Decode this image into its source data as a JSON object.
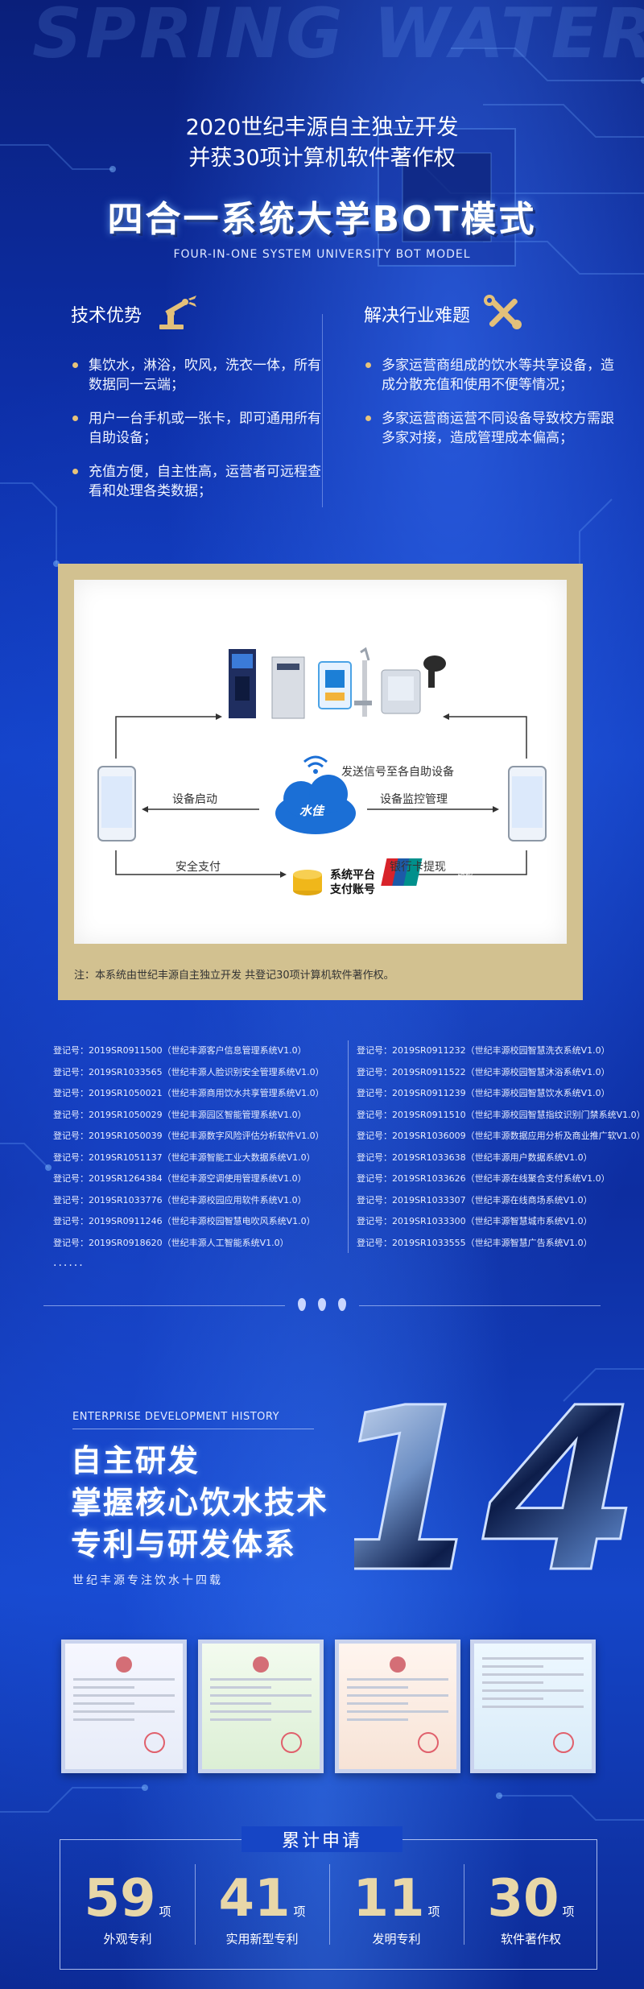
{
  "background_word": "SPRING WATER",
  "headline": {
    "line1": "2020世纪丰源自主独立开发",
    "line2": "并获30项计算机软件著作权",
    "title": "四合一系统大学BOT模式",
    "subtitle_en": "FOUR-IN-ONE SYSTEM UNIVERSITY BOT MODEL"
  },
  "advantages": {
    "title": "技术优势",
    "icon": "robot-arm-icon",
    "items": [
      "集饮水，淋浴，吹风，洗衣一体，所有数据同一云端；",
      "用户一台手机或一张卡，即可通用所有自助设备；",
      "充值方便，自主性高，运营者可远程查看和处理各类数据；"
    ]
  },
  "problems": {
    "title": "解决行业难题",
    "icon": "wrench-tools-icon",
    "items": [
      "多家运营商组成的饮水等共享设备，造成分散充值和使用不便等情况；",
      "多家运营商运营不同设备导致校方需跟多家对接，造成管理成本偏高；"
    ]
  },
  "diagram": {
    "signal_label": "发送信号至各自助设备",
    "device_start": "设备启动",
    "device_monitor": "设备监控管理",
    "cloud_name": "水佳",
    "safe_pay": "安全支付",
    "platform_line1": "系统平台",
    "platform_line2": "支付账号",
    "bank_withdraw": "银行卡提现",
    "unionpay": "UnionPay",
    "unionpay_cn": "银联",
    "colors": {
      "cloud": "#1b6fd6",
      "coin": "#f0b71a",
      "unionpay_red": "#d8232a",
      "unionpay_blue": "#1c5aa8",
      "unionpay_green": "#00908c"
    }
  },
  "note": "注：本系统由世纪丰源自主独立开发 共登记30项计算机软件著作权。",
  "registrations": {
    "left": [
      "登记号：2019SR0911500（世纪丰源客户信息管理系统V1.0）",
      "登记号：2019SR1033565（世纪丰源人脸识别安全管理系统V1.0）",
      "登记号：2019SR1050021（世纪丰源商用饮水共享管理系统V1.0）",
      "登记号：2019SR1050029（世纪丰源园区智能管理系统V1.0）",
      "登记号：2019SR1050039（世纪丰源数字风险评估分析软件V1.0）",
      "登记号：2019SR1051137（世纪丰源智能工业大数据系统V1.0）",
      "登记号：2019SR1264384（世纪丰源空调使用管理系统V1.0）",
      "登记号：2019SR1033776（世纪丰源校园应用软件系统V1.0）",
      "登记号：2019SR0911246（世纪丰源校园智慧电吹风系统V1.0）",
      "登记号：2019SR0918620（世纪丰源人工智能系统V1.0）"
    ],
    "right": [
      "登记号：2019SR0911232（世纪丰源校园智慧洗衣系统V1.0）",
      "登记号：2019SR0911522（世纪丰源校园智慧沐浴系统V1.0）",
      "登记号：2019SR0911239（世纪丰源校园智慧饮水系统V1.0）",
      "登记号：2019SR0911510（世纪丰源校园智慧指纹识别门禁系统V1.0）",
      "登记号：2019SR1036009（世纪丰源数据应用分析及商业推广软V1.0）",
      "登记号：2019SR1033638（世纪丰源用户数据系统V1.0）",
      "登记号：2019SR1033626（世纪丰源在线聚合支付系统V1.0）",
      "登记号：2019SR1033307（世纪丰源在线商场系统V1.0）",
      "登记号：2019SR1033300（世纪丰源智慧城市系统V1.0）",
      "登记号：2019SR1033555（世纪丰源智慧广告系统V1.0）"
    ],
    "more": "......"
  },
  "enterprise": {
    "en": "ENTERPRISE DEVELOPMENT HISTORY",
    "title_lines": [
      "自主研发",
      "掌握核心饮水技术",
      "专利与研发体系"
    ],
    "subtitle": "世纪丰源专注饮水十四载",
    "big_number": "14"
  },
  "stats": {
    "title": "累计申请",
    "items": [
      {
        "num": "59",
        "unit": "项",
        "label": "外观专利"
      },
      {
        "num": "41",
        "unit": "项",
        "label": "实用新型专利"
      },
      {
        "num": "11",
        "unit": "项",
        "label": "发明专利"
      },
      {
        "num": "30",
        "unit": "项",
        "label": "软件著作权"
      }
    ]
  }
}
